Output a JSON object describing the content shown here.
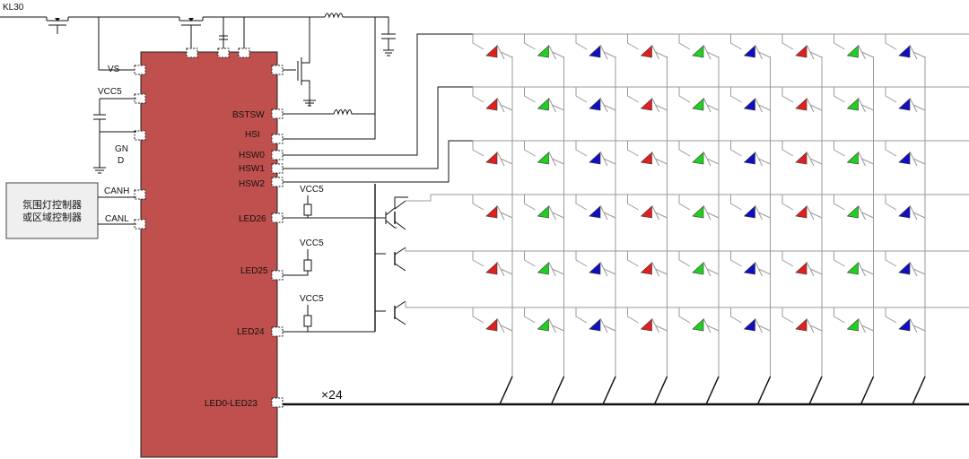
{
  "supply": {
    "label": "KL30"
  },
  "controller": {
    "line1": "氛围灯控制器",
    "line2": "或区域控制器"
  },
  "chip": {
    "color": "#c0504d",
    "left_pins": [
      {
        "label": "VS"
      },
      {
        "label": "VCC5"
      },
      {
        "label": "GN"
      },
      {
        "label": "D"
      },
      {
        "label": "CANH"
      },
      {
        "label": "CANL"
      }
    ],
    "right_pins": [
      {
        "label": "BSTSW"
      },
      {
        "label": "HSI"
      },
      {
        "label": "HSW0"
      },
      {
        "label": "HSW1"
      },
      {
        "label": "HSW2"
      },
      {
        "label": "LED26"
      },
      {
        "label": "LED25"
      },
      {
        "label": "LED24"
      },
      {
        "label": "LED0-LED23"
      }
    ]
  },
  "resistor_supply": [
    "VCC5",
    "VCC5",
    "VCC5"
  ],
  "bus_multiplier": "×24",
  "led_matrix": {
    "rows": 6,
    "columns": 9,
    "column_colors": [
      "#e02020",
      "#20d020",
      "#1010c0",
      "#e02020",
      "#20d020",
      "#1010c0",
      "#e02020",
      "#20d020",
      "#1010c0"
    ]
  }
}
